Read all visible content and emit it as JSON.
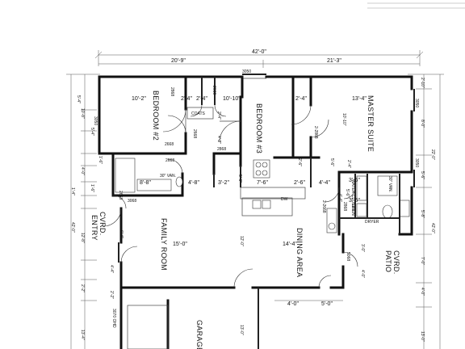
{
  "overall": {
    "width_top": "42'-0\"",
    "width_left": "20'-9\"",
    "width_right": "21'-3\"",
    "depth_left": "42'-0\"",
    "depth_right": "42'-0\""
  },
  "rooms": {
    "bedroom2": "BEDROOM #2",
    "bedroom3": "BEDROOM #3",
    "master": "MASTER SUITE",
    "family": "FAMILY ROOM",
    "dining": "DINING AREA",
    "garage": "GARAGE",
    "cvrd_entry_1": "CVRD.",
    "cvrd_entry_2": "ENTRY",
    "cvrd_patio_1": "CVRD.",
    "cvrd_patio_2": "PATIO"
  },
  "labels": {
    "coats": "COATS",
    "dw": "DW",
    "vanity": "30\" VAN.",
    "vanity2": "30\" VAN.",
    "water_closet": "WATER CLOSET",
    "linen": "LINEN",
    "dryer": "DRYER"
  },
  "dims": {
    "bed2_w": "10'-2\"",
    "hall_a": "2'-4\"",
    "hall_b": "2'-4\"",
    "bed3_w": "10'-10\"",
    "master_w": "13'-4\"",
    "master_a": "2'-4\"",
    "master_d": "10'-10\"",
    "bath_w": "8'-8\"",
    "k_a": "4'-8\"",
    "k_b": "3'-2\"",
    "k_c": "7'-6\"",
    "k_d": "2'-6\"",
    "k_e": "4'-4\"",
    "bath_h": "5'-6\"",
    "c_a": "2'-4\"",
    "c_b": "4'-2\"",
    "c_c": "2'-4\"",
    "c_d": "3'-6\"",
    "c_e": "3'-6\"",
    "c_f": "5'-6\"",
    "fam_w": "15'-0\"",
    "fam_d": "12'-0\"",
    "din_w": "14'-4\"",
    "d_a": "3'-0\"",
    "d_b": "4'-0\"",
    "bot_a": "4'-0\"",
    "bot_b": "5'-0\"",
    "gar_d": "13'-0\"",
    "l1": "5'-4\"",
    "l2": "10'-8\"",
    "l3": "5'-4\"",
    "l4": "1'-6\"",
    "l5": "4'-0\"",
    "l6": "1'-4\"",
    "l7": "1'-6\"",
    "l8": "6'-4\"",
    "l9": "12'-8\"",
    "l10": "4'-4\"",
    "l11": "2'-2\"",
    "l12": "2'-2\"",
    "l13": "13'-4\"",
    "r1": "2'-10\"",
    "r2": "8'-0\"",
    "r3": "22'-0\"",
    "r4": "5'-6\"",
    "r5": "5'-8\"",
    "r6": "7'-0\"",
    "r7": "4'-0\"",
    "r8": "13'-0\"",
    "o_a": "5'-6\"",
    "o_b": "4'-4\"",
    "o_c": "2'-6\""
  },
  "tags": {
    "win_top_mid": "3050",
    "win_left": "3050",
    "win_right_a": "3050",
    "win_right_b": "3050",
    "door_a": "2868",
    "door_b": "2868",
    "door_c": "2868",
    "door_d": "2868",
    "door_e": "2868",
    "door_f": "2868",
    "d2_a": "2668",
    "d2_b": "2668",
    "d2_c": "2668",
    "d2_d": "2668",
    "d2_e": "2668",
    "d3": "2-2868",
    "d4": "2-2668",
    "d5": "3068",
    "d6": "5068",
    "gar_door": "3070 OHD"
  }
}
